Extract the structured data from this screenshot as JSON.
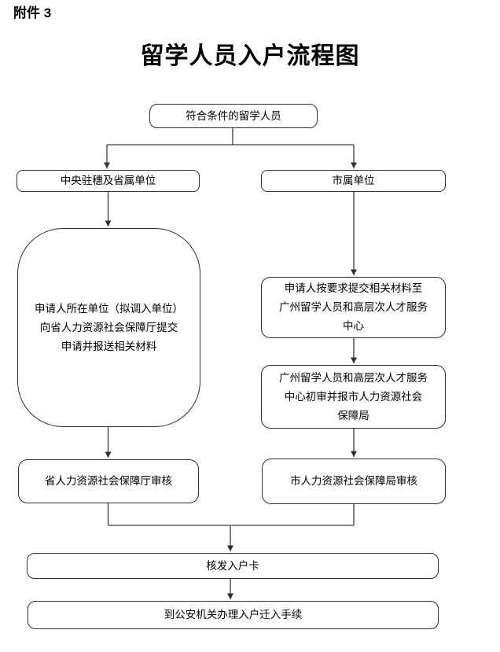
{
  "doc": {
    "attachment_label": "附件 3",
    "title": "留学人员入户流程图"
  },
  "flow": {
    "start": {
      "text": "符合条件的留学人员"
    },
    "branch_left": {
      "text": "中央驻穗及省属单位"
    },
    "branch_right": {
      "text": "市属单位"
    },
    "left_submit": {
      "lines": [
        "申请人所在单位（拟调入单位）",
        "向省人力资源社会保障厅提交",
        "申请并报送相关材料"
      ]
    },
    "right_submit": {
      "lines": [
        "申请人按要求提交相关材料至",
        "广州留学人员和高层次人才服务",
        "中心"
      ]
    },
    "right_initial_review": {
      "lines": [
        "广州留学人员和高层次人才服务",
        "中心初审并报市人力资源社会",
        "保障局"
      ]
    },
    "left_review": {
      "text": "省人力资源社会保障厅审核"
    },
    "right_review": {
      "text": "市人力资源社会保障局审核"
    },
    "issue_card": {
      "text": "核发入户卡"
    },
    "final_step": {
      "text": "到公安机关办理入户迁入手续"
    }
  },
  "colors": {
    "background": "#ffffff",
    "text": "#000000",
    "box_border": "#2e2e2e",
    "connector": "#3c3c3c"
  }
}
